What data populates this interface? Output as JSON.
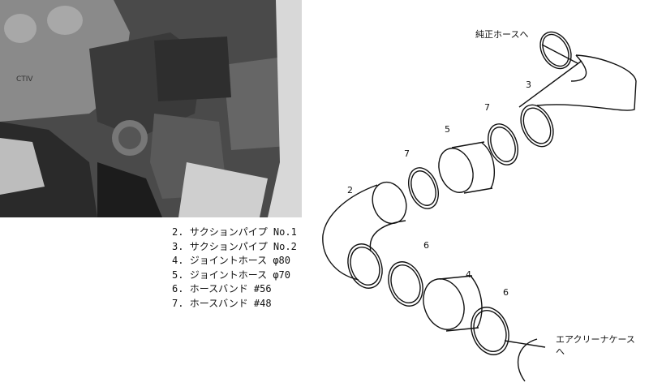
{
  "photo": {
    "alt": "engine bay photograph"
  },
  "legend": [
    {
      "num": "2.",
      "text": "サクションパイプ No.1"
    },
    {
      "num": "3.",
      "text": "サクションパイプ No.2"
    },
    {
      "num": "4.",
      "text": "ジョイントホース φ80"
    },
    {
      "num": "5.",
      "text": "ジョイントホース φ70"
    },
    {
      "num": "6.",
      "text": "ホースバンド #56"
    },
    {
      "num": "7.",
      "text": "ホースバンド #48"
    }
  ],
  "labels": {
    "to_oem_hose": "純正ホースへ",
    "to_air_cleaner_1": "エアクリーナケース",
    "to_air_cleaner_2": "へ",
    "n2": "2",
    "n3": "3",
    "n4": "4",
    "n5": "5",
    "n6a": "6",
    "n6b": "6",
    "n7a": "7",
    "n7b": "7"
  }
}
